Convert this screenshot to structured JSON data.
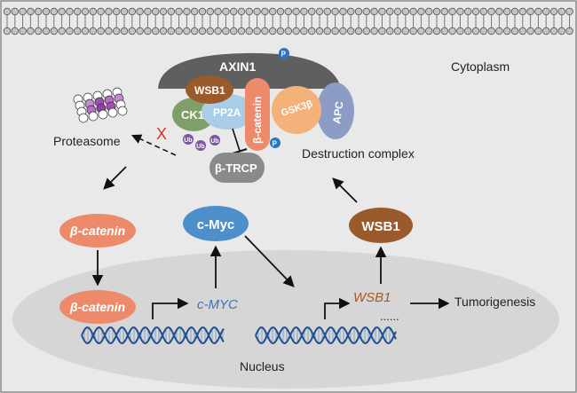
{
  "colors": {
    "background": "#e9e9e9",
    "border": "#8a8a8a",
    "membrane_head": "#c4c4c4",
    "axin1": "#5f5f5f",
    "wsb1": "#9b5a2c",
    "ck1": "#7f9f6a",
    "pp2a": "#a9cde6",
    "beta_catenin": "#ee8a6c",
    "gsk3b": "#f4b27a",
    "apc": "#8c9cc5",
    "btrcp": "#8a8a8a",
    "cmyc": "#4d8fc9",
    "nucleus": "#d6d6d6",
    "phospho": "#2a76c2",
    "ub": "#7e57a2",
    "inhibit_x": "#d9342b",
    "gene_text_blue": "#3a74b8",
    "gene_text_brown": "#a05a2c"
  },
  "labels": {
    "cytoplasm": "Cytoplasm",
    "nucleus": "Nucleus",
    "proteasome": "Proteasome",
    "destruction_complex": "Destruction complex",
    "tumorigenesis": "Tumorigenesis",
    "blocked_mark": "X",
    "ellipsis": "......"
  },
  "complex": {
    "axin1": "AXIN1",
    "wsb1": "WSB1",
    "ck1": "CK1",
    "pp2a": "PP2A",
    "beta_catenin": "β-catenin",
    "gsk3b": "GSK3β",
    "apc": "APC",
    "btrcp": "β-TRCP",
    "phospho": "P",
    "ub": "Ub"
  },
  "proteins": {
    "beta_catenin_cytoplasm": "β-catenin",
    "beta_catenin_nucleus": "β-catenin",
    "cmyc": "c-Myc",
    "wsb1": "WSB1"
  },
  "genes": {
    "cmyc": "c-MYC",
    "wsb1": "WSB1"
  }
}
